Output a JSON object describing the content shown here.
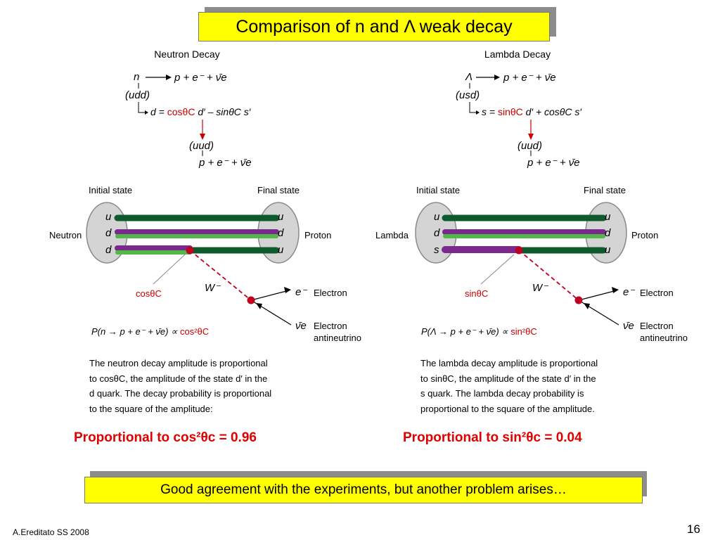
{
  "title": "Comparison of n and Λ weak decay",
  "neutron": {
    "heading": "Neutron Decay",
    "line1_lhs": "n",
    "line1_rhs": "p  +  e⁻  +  ν̄e",
    "quarks_in": "(udd)",
    "mixing_lhs": "d =",
    "mixing_cos": "cosθC",
    "mixing_rest": "d′  –  sinθC s′",
    "quarks_out": "(uud)",
    "final": "p  +  e⁻  +  ν̄e",
    "initial_state": "Initial state",
    "final_state": "Final state",
    "left_label": "Neutron",
    "right_label": "Proton",
    "left_quarks": [
      "u",
      "d",
      "d"
    ],
    "right_quarks": [
      "u",
      "d",
      "u"
    ],
    "coupling": "cosθC",
    "w_label": "W⁻",
    "electron_symbol": "e⁻",
    "electron": "Electron",
    "antinu_symbol": "ν̄e",
    "antinu_1": "Electron",
    "antinu_2": "antineutrino",
    "prob_lhs": "P(n → p + e⁻ + ν̄e) ∝",
    "prob_rhs": "cos²θC",
    "para": [
      "The neutron decay amplitude is proportional",
      "to cosθC, the amplitude of the state d′ in the",
      "d quark. The decay probability is proportional",
      "to the square of the amplitude:"
    ],
    "result": "Proportional to cos²θc = 0.96"
  },
  "lambda": {
    "heading": "Lambda Decay",
    "line1_lhs": "Λ",
    "line1_rhs": "p  +  e⁻  +  ν̄e",
    "quarks_in": "(usd)",
    "mixing_lhs": "s =",
    "mixing_sin": "sinθC",
    "mixing_rest": "d′  +  cosθC s′",
    "quarks_out": "(uud)",
    "final": "p  +  e⁻  +  ν̄e",
    "initial_state": "Initial state",
    "final_state": "Final state",
    "left_label": "Lambda",
    "right_label": "Proton",
    "left_quarks": [
      "u",
      "d",
      "s"
    ],
    "right_quarks": [
      "u",
      "d",
      "u"
    ],
    "coupling": "sinθC",
    "w_label": "W⁻",
    "electron_symbol": "e⁻",
    "electron": "Electron",
    "antinu_symbol": "ν̄e",
    "antinu_1": "Electron",
    "antinu_2": "antineutrino",
    "prob_lhs": "P(Λ → p + e⁻ + ν̄e) ∝",
    "prob_rhs": "sin²θC",
    "para": [
      "The lambda decay amplitude is proportional",
      "to sinθC, the amplitude of the state d′ in the",
      "s quark. The lambda decay probability is",
      "proportional to the square of the amplitude."
    ],
    "result": "Proportional to sin²θc = 0.04"
  },
  "conclusion": "Good agreement with the experiments, but another problem arises…",
  "author": "A.Ereditato SS 2008",
  "page": "16",
  "colors": {
    "highlight": "#ffff00",
    "accent_red": "#e00000",
    "quark_dark": "#0d5a2c",
    "quark_light": "#52b847",
    "quark_purple": "#7a2a8c",
    "vertex": "#c00020"
  }
}
